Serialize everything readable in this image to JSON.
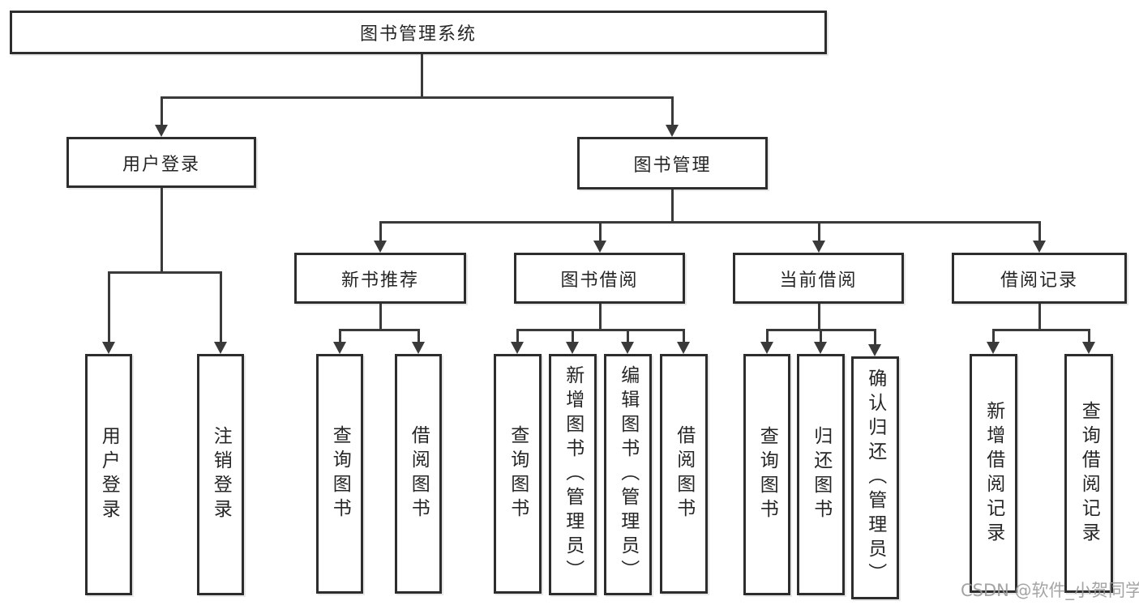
{
  "diagram": {
    "title": "图书管理系统",
    "watermark": "CSDN @软件_小贺同学",
    "colors": {
      "background": "#ffffff",
      "line": "#3a3a3a",
      "box_border": "#2d2d2d",
      "text": "#262626",
      "watermark": "#9b9b9b"
    },
    "nodes": {
      "root": "图书管理系统",
      "user_login": "用户登录",
      "book_mgmt": "图书管理",
      "user_login_action": "用户登录",
      "logout_action": "注销登录",
      "new_book_rec": "新书推荐",
      "book_borrow": "图书借阅",
      "current_borrow": "当前借阅",
      "borrow_records": "借阅记录",
      "rec_query_books": "查询图书",
      "rec_borrow_books": "借阅图书",
      "bb_query_books": "查询图书",
      "bb_add_books": "新增图书（管理员）",
      "bb_edit_books": "编辑图书（管理员）",
      "bb_borrow_books": "借阅图书",
      "cb_query_books": "查询图书",
      "cb_return_books": "归还图书",
      "cb_confirm_return": "确认归还（管理员）",
      "br_add_record": "新增借阅记录",
      "br_query_record": "查询借阅记录"
    },
    "hierarchy": {
      "图书管理系统": {
        "用户登录": [
          "用户登录",
          "注销登录"
        ],
        "图书管理": {
          "新书推荐": [
            "查询图书",
            "借阅图书"
          ],
          "图书借阅": [
            "查询图书",
            "新增图书（管理员）",
            "编辑图书（管理员）",
            "借阅图书"
          ],
          "当前借阅": [
            "查询图书",
            "归还图书",
            "确认归还（管理员）"
          ],
          "借阅记录": [
            "新增借阅记录",
            "查询借阅记录"
          ]
        }
      }
    }
  }
}
